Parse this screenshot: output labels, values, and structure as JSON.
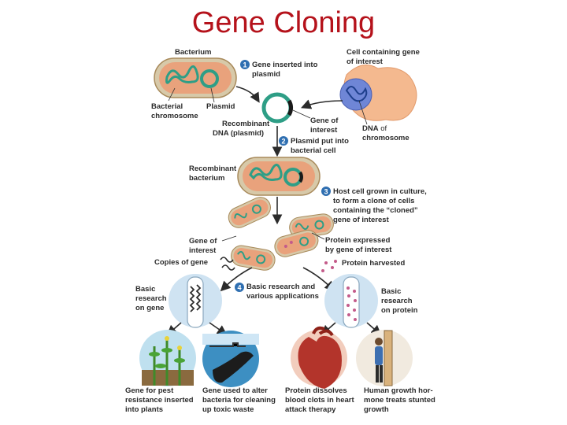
{
  "title": "Gene Cloning",
  "colors": {
    "title": "#b5121b",
    "cell_body": "#e9a27c",
    "cell_outer": "#d7c9a9",
    "dna_green": "#2e9e86",
    "donor_cell": "#f4b98f",
    "nucleus": "#6f86d6",
    "step_badge": "#2f6fb1",
    "arrow": "#2b2b2b",
    "protein_dots": "#c45b8a"
  },
  "labels": {
    "bacterium": "Bacterium",
    "bacterial_chromosome": [
      "Bacterial",
      "chromosome"
    ],
    "plasmid": "Plasmid",
    "step1": [
      "Gene inserted into",
      "plasmid"
    ],
    "cell_with_gene": [
      "Cell containing gene",
      "of interest"
    ],
    "recombinant_dna": [
      "Recombinant",
      "DNA (plasmid)"
    ],
    "gene_of_interest_top": [
      "Gene of",
      "interest"
    ],
    "dna_of_chromosome": [
      "DNA",
      " of",
      "chromosome"
    ],
    "step2": [
      "Plasmid put into",
      "bacterial cell"
    ],
    "recombinant_bacterium": [
      "Recombinant",
      "bacterium"
    ],
    "step3": [
      "Host cell grown in culture,",
      "to form a clone of cells",
      "containing the “cloned”",
      "gene of interest"
    ],
    "gene_of_interest_mid": [
      "Gene of",
      "interest"
    ],
    "protein_expressed": [
      "Protein expressed",
      "by gene of interest"
    ],
    "copies_of_gene": "Copies of gene",
    "protein_harvested": "Protein harvested",
    "step4": [
      "Basic research and",
      "various applications"
    ],
    "basic_research_gene": [
      "Basic",
      "research",
      "on gene"
    ],
    "basic_research_protein": [
      "Basic",
      "research",
      "on protein"
    ],
    "app_pest": [
      "Gene for pest",
      "resistance inserted",
      "into plants"
    ],
    "app_bacteria": [
      "Gene used to alter",
      "bacteria for cleaning",
      "up toxic waste"
    ],
    "app_heart": [
      "Protein dissolves",
      "blood clots in heart",
      "attack therapy"
    ],
    "app_growth": [
      "Human growth hor-",
      "mone treats stunted",
      "growth"
    ]
  },
  "steps": [
    "1",
    "2",
    "3",
    "4"
  ]
}
